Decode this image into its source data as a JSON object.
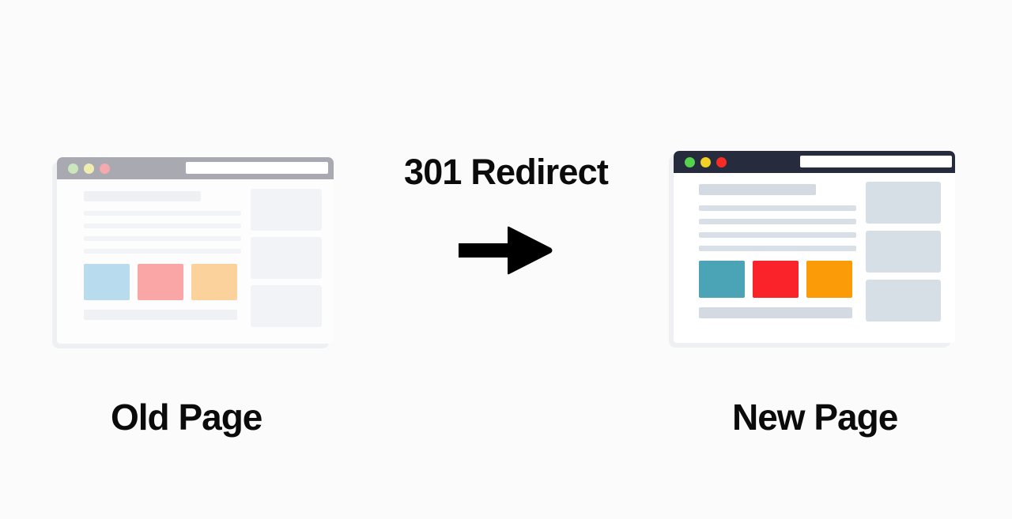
{
  "background_color": "#fbfbfb",
  "center": {
    "title": "301 Redirect",
    "arrow_icon": "arrow-right-icon",
    "arrow_color": "#000000"
  },
  "old_page": {
    "caption": "Old Page",
    "titlebar_color": "#a9aab1",
    "page_background": "#fdfdfe",
    "urlbar_color": "#ffffff",
    "dots": [
      {
        "name": "traffic-light-green",
        "color": "#c9e6bd"
      },
      {
        "name": "traffic-light-yellow",
        "color": "#efeeb0"
      },
      {
        "name": "traffic-light-red",
        "color": "#f4a9ad"
      }
    ],
    "heading_color": "#eef0f4",
    "text_line_color": "#f1f3f6",
    "footer_bar_color": "#eff1f5",
    "side_card_color": "#f1f3f7",
    "blocks": [
      {
        "name": "block-blue",
        "color": "#b8dced"
      },
      {
        "name": "block-pink",
        "color": "#faa6a7"
      },
      {
        "name": "block-peach",
        "color": "#fbd29c"
      }
    ],
    "side_cards": 3,
    "text_lines": 4
  },
  "new_page": {
    "caption": "New Page",
    "titlebar_color": "#272b3e",
    "page_background": "#ffffff",
    "urlbar_color": "#ffffff",
    "dots": [
      {
        "name": "traffic-light-green",
        "color": "#55d24e"
      },
      {
        "name": "traffic-light-yellow",
        "color": "#f2d126"
      },
      {
        "name": "traffic-light-red",
        "color": "#f92c25"
      }
    ],
    "heading_color": "#d3dae2",
    "text_line_color": "#d9dfe6",
    "footer_bar_color": "#d3dae2",
    "side_card_color": "#d6dee6",
    "blocks": [
      {
        "name": "block-teal",
        "color": "#4ba4b5"
      },
      {
        "name": "block-red",
        "color": "#fa2329"
      },
      {
        "name": "block-orange",
        "color": "#fb9b08"
      }
    ],
    "side_cards": 3,
    "text_lines": 4
  }
}
